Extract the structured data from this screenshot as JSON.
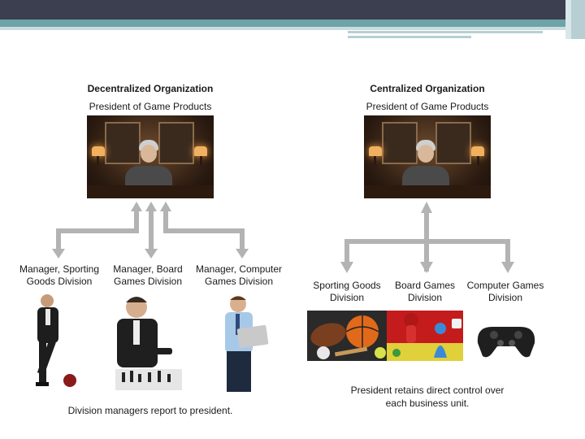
{
  "left": {
    "title": "Decentralized Organization",
    "subtitle": "President of Game Products",
    "managers": [
      {
        "label": "Manager, Sporting Goods Division"
      },
      {
        "label": "Manager, Board Games Division"
      },
      {
        "label": "Manager, Computer Games Division"
      }
    ],
    "caption": "Division managers report to president."
  },
  "right": {
    "title": "Centralized Organization",
    "subtitle": "President of Game Products",
    "divisions": [
      {
        "label": "Sporting Goods Division"
      },
      {
        "label": "Board Games Division"
      },
      {
        "label": "Computer Games Division"
      }
    ],
    "caption": "President retains direct control over each business unit."
  },
  "colors": {
    "arrow": "#b3b3b3",
    "header_dark": "#3b3f4f",
    "header_teal": "#6ea3a7"
  }
}
